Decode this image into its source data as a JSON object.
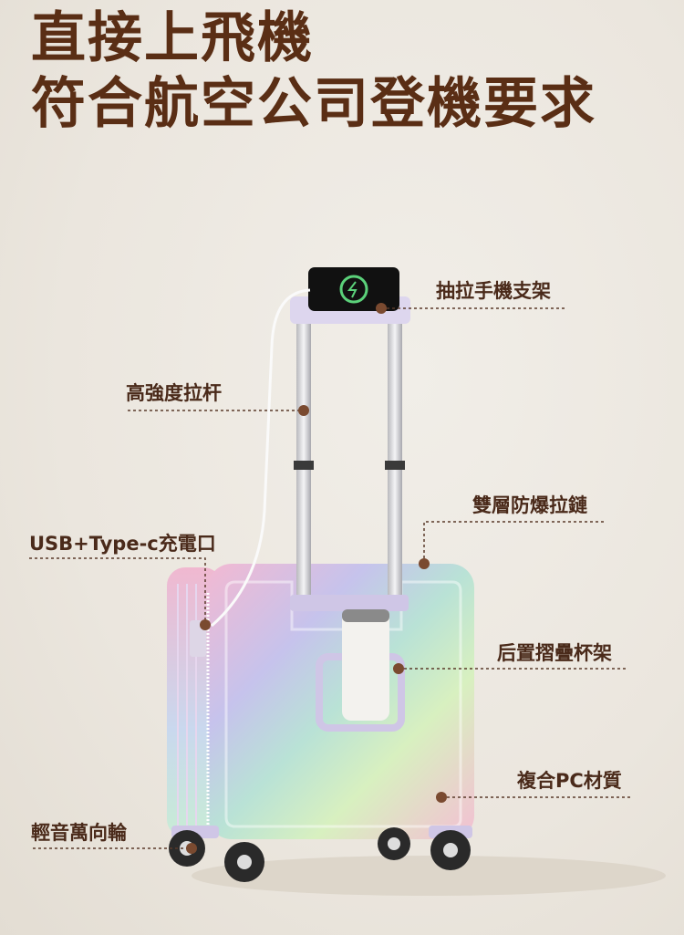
{
  "headline": {
    "line1": "直接上飛機",
    "line2": "符合航空公司登機要求"
  },
  "callouts": {
    "phone_holder": "抽拉手機支架",
    "handle": "高強度拉杆",
    "zipper": "雙層防爆拉鏈",
    "charging_port": "USB+Type-c充電口",
    "cup_holder": "后置摺疊杯架",
    "material": "複合PC材質",
    "wheels": "輕音萬向輪"
  },
  "colors": {
    "title": "#5a2e15",
    "callout_dot": "#7a4a30",
    "leader_line": "#5a3a2a"
  }
}
